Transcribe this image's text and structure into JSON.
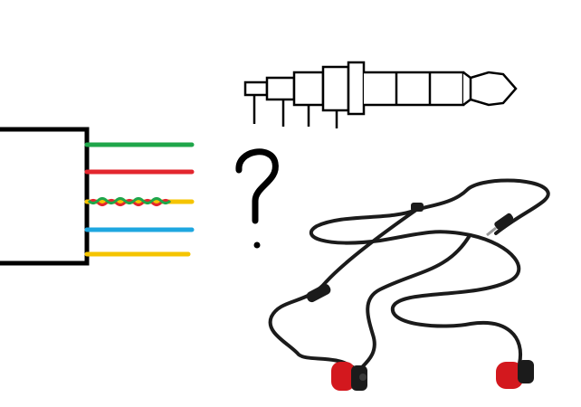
{
  "scene": {
    "wire_colors": {
      "green": "#1fa64a",
      "red": "#e3262e",
      "yellow": "#f5c400",
      "blue": "#1ea7e0"
    },
    "wires": [
      {
        "name": "green-wire",
        "color": "green"
      },
      {
        "name": "red-wire",
        "color": "red"
      },
      {
        "name": "twisted-wire",
        "color": "yellow",
        "twisted_with": [
          "red",
          "green"
        ]
      },
      {
        "name": "blue-wire",
        "color": "blue"
      },
      {
        "name": "yellow-wire",
        "color": "yellow"
      }
    ],
    "question_mark_icon": "question-mark-icon",
    "plug_icon": "trrs-audio-plug-icon",
    "headphones_icon": "earphones-icon",
    "earbud_accent_color": "#d3181e",
    "cable_color": "#1b1b1b"
  }
}
